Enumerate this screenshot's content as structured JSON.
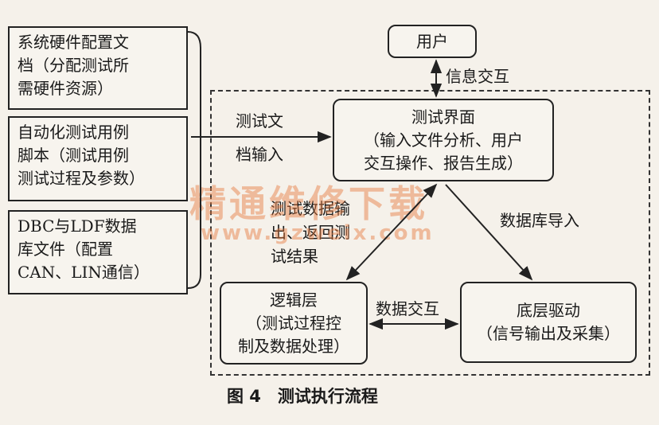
{
  "left_boxes": [
    [
      "系统硬件配置文",
      "档（分配测试所",
      "需硬件资源）"
    ],
    [
      "自动化测试用例",
      "脚本（测试用例",
      "测试过程及参数）"
    ],
    [
      "DBC与LDF数据",
      "库文件（配置",
      "CAN、LIN通信）"
    ]
  ],
  "user_box": "用户",
  "info_exchange": "信息交互",
  "test_ui": [
    "测试界面",
    "（输入文件分析、用户",
    "交互操作、报告生成）"
  ],
  "doc_input": [
    "测试文",
    "档输入"
  ],
  "data_output": [
    "测试数据输",
    "出、返回测",
    "试结果"
  ],
  "db_import": "数据库导入",
  "logic_layer": [
    "逻辑层",
    "（测试过程控",
    "制及数据处理）"
  ],
  "data_exchange": "数据交互",
  "driver_layer": [
    "底层驱动",
    "（信号输出及采集）"
  ],
  "caption": "图 4　测试执行流程",
  "watermark": [
    "精通维修下载",
    "www.gzweix.com"
  ],
  "colors": {
    "line": "#222222",
    "watermark": "#e6783c"
  }
}
